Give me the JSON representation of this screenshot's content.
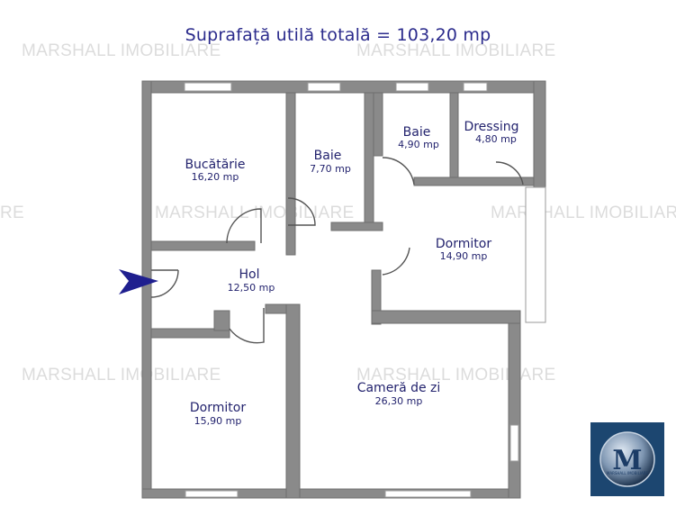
{
  "title": "Suprafață utilă totală = 103,20 mp",
  "watermark": "MARSHALL IMOBILIARE",
  "watermark_partial_left": "RE",
  "logo": {
    "letter": "M",
    "subtext": "MARSHALL IMOBILIARE"
  },
  "rooms": {
    "bucatarie": {
      "name": "Bucătărie",
      "area": "16,20 mp"
    },
    "baie1": {
      "name": "Baie",
      "area": "7,70 mp"
    },
    "baie2": {
      "name": "Baie",
      "area": "4,90 mp"
    },
    "dressing": {
      "name": "Dressing",
      "area": "4,80 mp"
    },
    "dormitor1": {
      "name": "Dormitor",
      "area": "14,90 mp"
    },
    "hol": {
      "name": "Hol",
      "area": "12,50 mp"
    },
    "dormitor2": {
      "name": "Dormitor",
      "area": "15,90 mp"
    },
    "camera": {
      "name": "Cameră de zi",
      "area": "26,30 mp"
    }
  },
  "colors": {
    "wall": "#8a8a8a",
    "wall_edge": "#6f6f6f",
    "text": "#23236e",
    "arrow": "#1f1f8f",
    "logo_bg": "#1c4670"
  }
}
